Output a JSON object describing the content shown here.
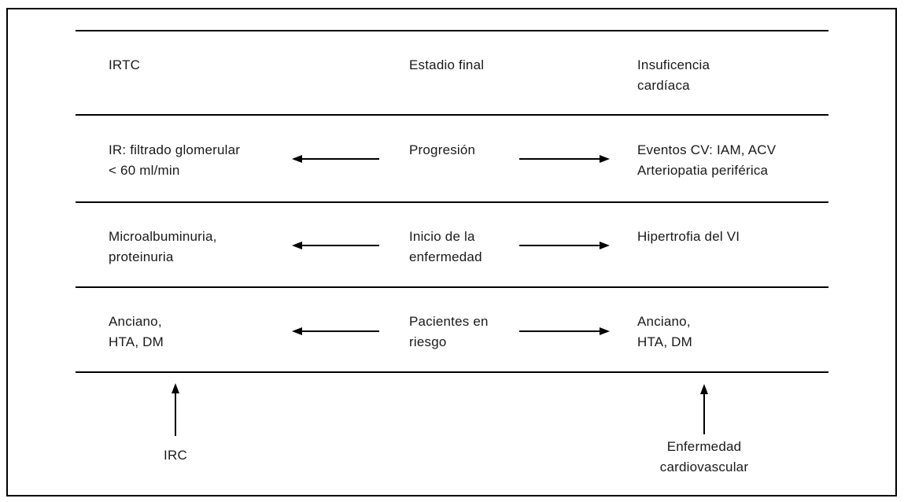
{
  "diagram": {
    "rows": [
      {
        "renal": "IRTC",
        "stage": "Estadio final",
        "cardio": "Insuficencia\ncardíaca",
        "has_arrows": false
      },
      {
        "renal": "IR: filtrado glomerular\n< 60 ml/min",
        "stage": "Progresión",
        "cardio": "Eventos CV: IAM, ACV\nArteriopatia periférica",
        "has_arrows": true
      },
      {
        "renal": "Microalbuminuria,\nproteinuria",
        "stage": "Inicio de la\nenfermedad",
        "cardio": "Hipertrofia del VI",
        "has_arrows": true
      },
      {
        "renal": "Anciano,\nHTA, DM",
        "stage": "Pacientes en\nriesgo",
        "cardio": "Anciano,\nHTA, DM",
        "has_arrows": true
      }
    ],
    "axes": {
      "left_label": "IRC",
      "right_label": "Enfermedad\ncardiovascular"
    },
    "icons": {
      "left_arrow": "←",
      "right_arrow": "→",
      "up_arrow": "↑"
    },
    "colors": {
      "line": "#000000",
      "text": "#1a1a1a",
      "background": "#ffffff"
    }
  }
}
